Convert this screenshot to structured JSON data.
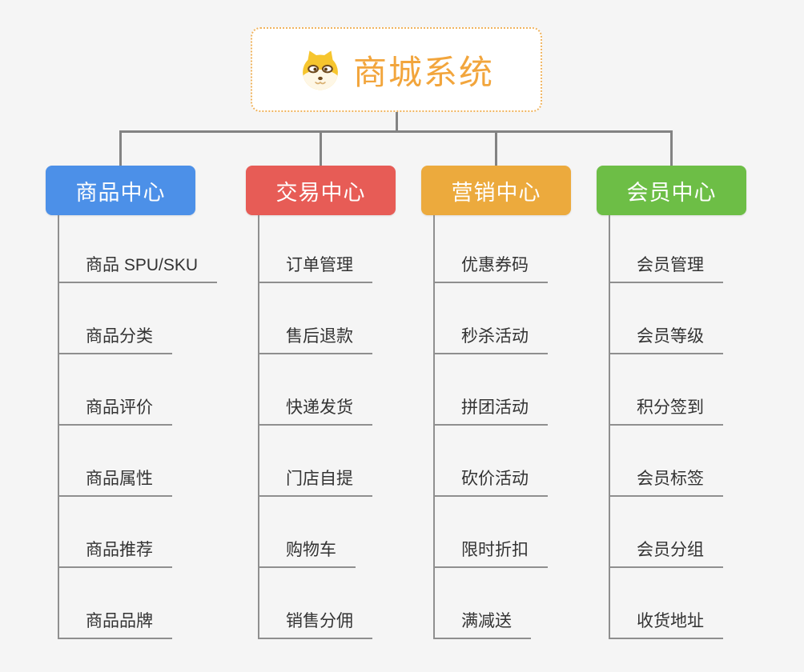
{
  "root": {
    "title": "商城系统",
    "icon": "shiba-dog-icon"
  },
  "colors": {
    "background": "#F5F5F5",
    "connector": "#838383",
    "leaf_line": "#8F8F8F",
    "leaf_text": "#333333",
    "root_title": "#F2A53C",
    "root_border": "#F0B45F",
    "root_background": "#FFFFFF"
  },
  "branches": [
    {
      "label": "商品中心",
      "color": "#4C90E8",
      "items": [
        "商品 SPU/SKU",
        "商品分类",
        "商品评价",
        "商品属性",
        "商品推荐",
        "商品品牌"
      ]
    },
    {
      "label": "交易中心",
      "color": "#E75C56",
      "items": [
        "订单管理",
        "售后退款",
        "快递发货",
        "门店自提",
        "购物车",
        "销售分佣"
      ]
    },
    {
      "label": "营销中心",
      "color": "#ECAA3D",
      "items": [
        "优惠券码",
        "秒杀活动",
        "拼团活动",
        "砍价活动",
        "限时折扣",
        "满减送"
      ]
    },
    {
      "label": "会员中心",
      "color": "#6DBE46",
      "items": [
        "会员管理",
        "会员等级",
        "积分签到",
        "会员标签",
        "会员分组",
        "收货地址"
      ]
    }
  ]
}
